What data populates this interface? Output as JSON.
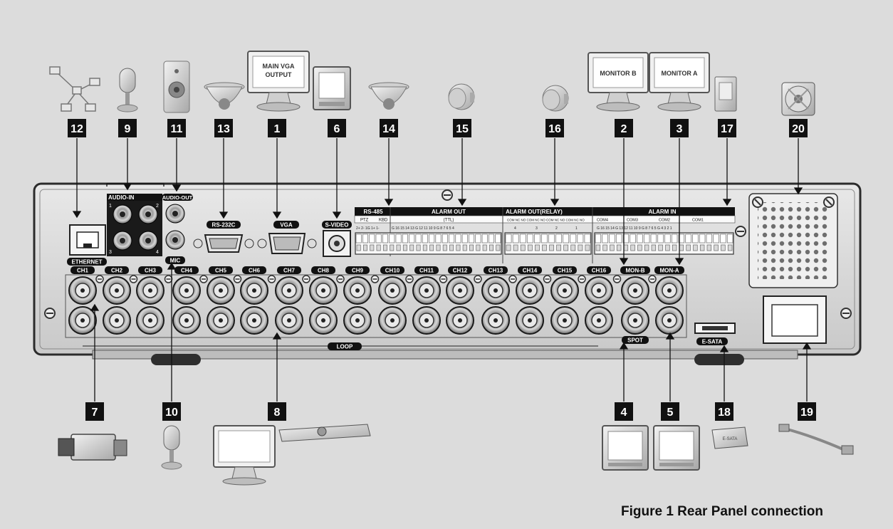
{
  "caption": "Figure 1 Rear Panel connection",
  "callouts": [
    "12",
    "9",
    "11",
    "13",
    "1",
    "6",
    "14",
    "15",
    "16",
    "2",
    "3",
    "17",
    "20",
    "7",
    "10",
    "8",
    "4",
    "5",
    "18",
    "19"
  ],
  "panel_labels": {
    "ethernet": "ETHERNET",
    "audio_in": "AUDIO-IN",
    "audio_out": "AUDIO-OUT",
    "mic": "MIC",
    "rs232c": "RS-232C",
    "vga": "VGA",
    "svideo": "S-VIDEO",
    "rs485": "RS-485",
    "ptz": "PTZ",
    "kbd": "KBD",
    "alarm_out_ttl": "ALARM OUT",
    "ttl": "(TTL)",
    "alarm_out_relay": "ALARM OUT(RELAY)",
    "alarm_in": "ALARM IN",
    "com4": "COM4",
    "com3": "COM3",
    "com2": "COM2",
    "com1": "COM1",
    "loop": "LOOP",
    "spot": "SPOT",
    "esata": "E-SATA",
    "audio_in_nums": [
      "1",
      "2",
      "3",
      "4"
    ],
    "rs485_pins": "2+ 2- 1G 1+ 1-",
    "ttl_pins": "G 16 15 14 13 G 12 11 10 9 G 8 7 6 5 4",
    "relay_pins": "COM NC NO COM NC NO COM NC NO COM NC NO",
    "relay_nums": [
      "4",
      "3",
      "2",
      "1"
    ],
    "alarm_in_pins": "G 16 15 14 G 13 12 11 10 9 G 8 7 6 5 G 4 3 2 1"
  },
  "channels": [
    "CH1",
    "CH2",
    "CH3",
    "CH4",
    "CH5",
    "CH6",
    "CH7",
    "CH8",
    "CH9",
    "CH10",
    "CH11",
    "CH12",
    "CH13",
    "CH14",
    "CH15",
    "CH16",
    "MON-B",
    "MON-A"
  ],
  "device_labels": {
    "main_vga_output": [
      "MAIN VGA",
      "OUTPUT"
    ],
    "monitor_b": "MONITOR B",
    "monitor_a": "MONITOR A",
    "esata_device": "E-SATA"
  }
}
